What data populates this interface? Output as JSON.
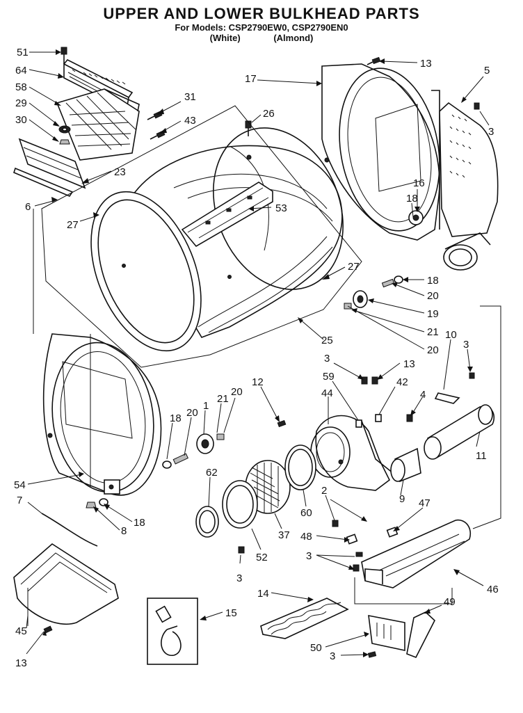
{
  "diagram": {
    "title": "UPPER AND LOWER BULKHEAD PARTS",
    "models_line": "For Models: CSP2790EW0, CSP2790EN0",
    "variants": [
      "(White)",
      "(Almond)"
    ]
  },
  "callouts": {
    "c51": "51",
    "c64": "64",
    "c58": "58",
    "c29": "29",
    "c30": "30",
    "c31": "31",
    "c43": "43",
    "c26": "26",
    "c23": "23",
    "c6": "6",
    "c27a": "27",
    "c53": "53",
    "c27b": "27",
    "c17": "17",
    "c13a": "13",
    "c5": "5",
    "c3a": "3",
    "c16": "16",
    "c18a": "18",
    "c18b": "18",
    "c20a": "20",
    "c19": "19",
    "c21a": "21",
    "c20b": "20",
    "c25": "25",
    "c10": "10",
    "c3b": "3",
    "c3c": "3",
    "c13b": "13",
    "c59": "59",
    "c42": "42",
    "c12": "12",
    "c44": "44",
    "c4": "4",
    "c11": "11",
    "c18c": "18",
    "c20c": "20",
    "c1": "1",
    "c21b": "21",
    "c20d": "20",
    "c54": "54",
    "c7": "7",
    "c18d": "18",
    "c8": "8",
    "c62": "62",
    "c9": "9",
    "c2": "2",
    "c47": "47",
    "c48": "48",
    "c60": "60",
    "c37": "37",
    "c52": "52",
    "c3d": "3",
    "c3e": "3",
    "c46": "46",
    "c14": "14",
    "c15": "15",
    "c45": "45",
    "c49": "49",
    "c50": "50",
    "c3f": "3",
    "c13c": "13"
  }
}
